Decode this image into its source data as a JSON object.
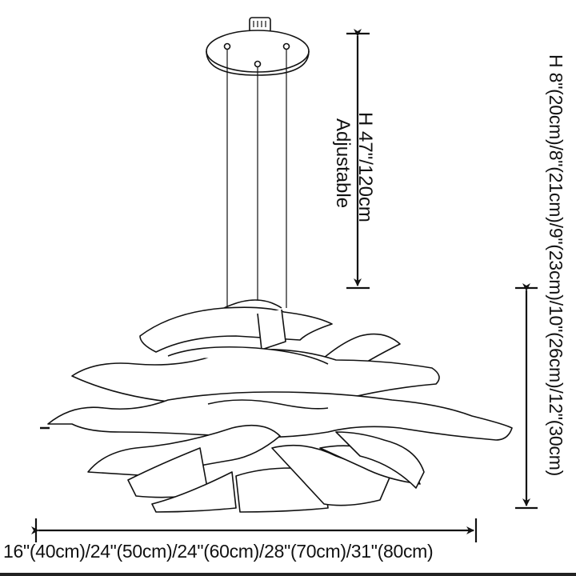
{
  "dimensions": {
    "hanging_height": "H 47\"/120cm",
    "hanging_note": "Adjustable",
    "shade_height": "H 8\"(20cm)/8\"(21cm)/9\"(23cm)/10\"(26cm)/12\"(30cm)",
    "diameter": "16\"(40cm)/24\"(50cm)/24\"(60cm)/28\"(70cm)/31\"(80cm)"
  },
  "colors": {
    "line": "#111111",
    "background": "#ffffff"
  }
}
